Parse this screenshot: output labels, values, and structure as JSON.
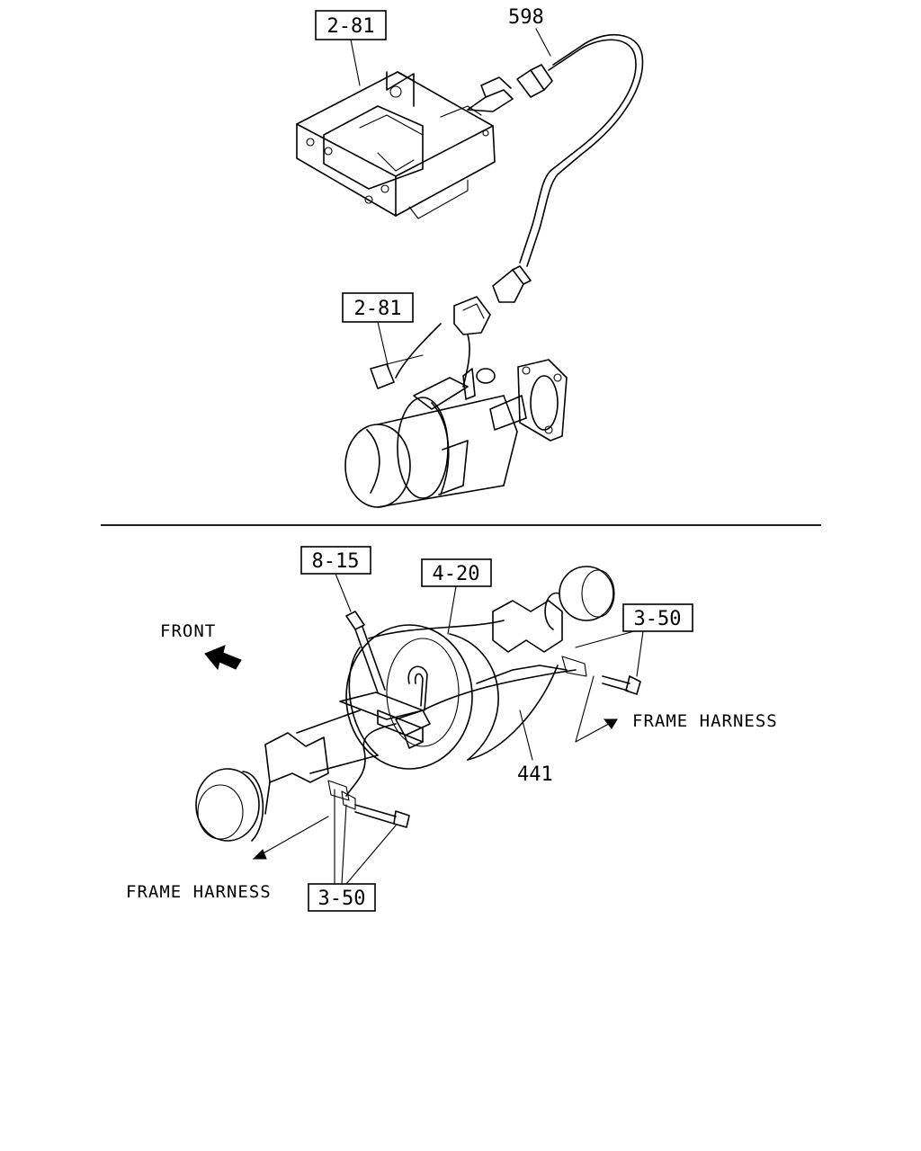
{
  "top": {
    "ref_box_1": "2-81",
    "part_number_598": "598",
    "ref_box_2": "2-81"
  },
  "bottom": {
    "ref_box_8_15": "8-15",
    "ref_box_4_20": "4-20",
    "ref_box_3_50_right": "3-50",
    "ref_box_3_50_left": "3-50",
    "front_label": "FRONT",
    "frame_harness_right": "FRAME HARNESS",
    "frame_harness_left": "FRAME HARNESS",
    "part_number_441": "441"
  }
}
